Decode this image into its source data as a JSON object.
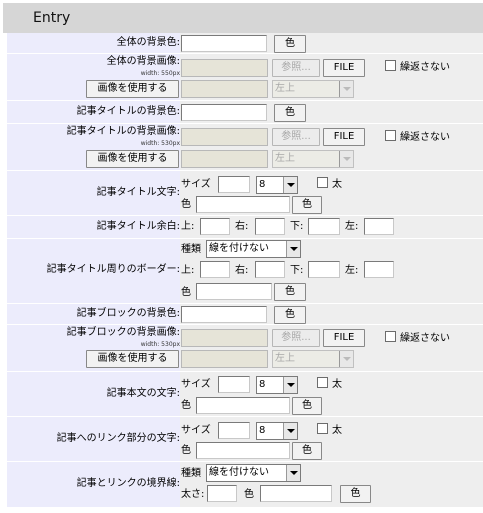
{
  "header": {
    "title": "Entry"
  },
  "labels": {
    "bg_color": "全体の背景色:",
    "bg_image": "全体の背景画像:",
    "title_bg_color": "記事タイトルの背景色:",
    "title_bg_image": "記事タイトルの背景画像:",
    "title_text": "記事タイトル文字:",
    "title_margin": "記事タイトル余白:",
    "title_border": "記事タイトル周りのボーダー:",
    "block_bg_color": "記事ブロックの背景色:",
    "block_bg_image": "記事ブロックの背景画像:",
    "body_text": "記事本文の文字:",
    "link_text": "記事へのリンク部分の文字:",
    "link_border": "記事とリンクの境界線:"
  },
  "hints": {
    "width_550": "width: 550px",
    "width_530": "width: 530px"
  },
  "buttons": {
    "color": "色",
    "browse": "参照...",
    "file": "FILE",
    "use_image": "画像を使用する"
  },
  "words": {
    "no_repeat": "繰返さない",
    "size": "サイズ",
    "bold": "太",
    "color": "色",
    "top": "上:",
    "right": "右:",
    "bottom": "下:",
    "left": "左:",
    "kind": "種類",
    "thickness": "太さ:"
  },
  "selects": {
    "position": "左上",
    "font_size": "8",
    "line_style": "線を付けない"
  }
}
